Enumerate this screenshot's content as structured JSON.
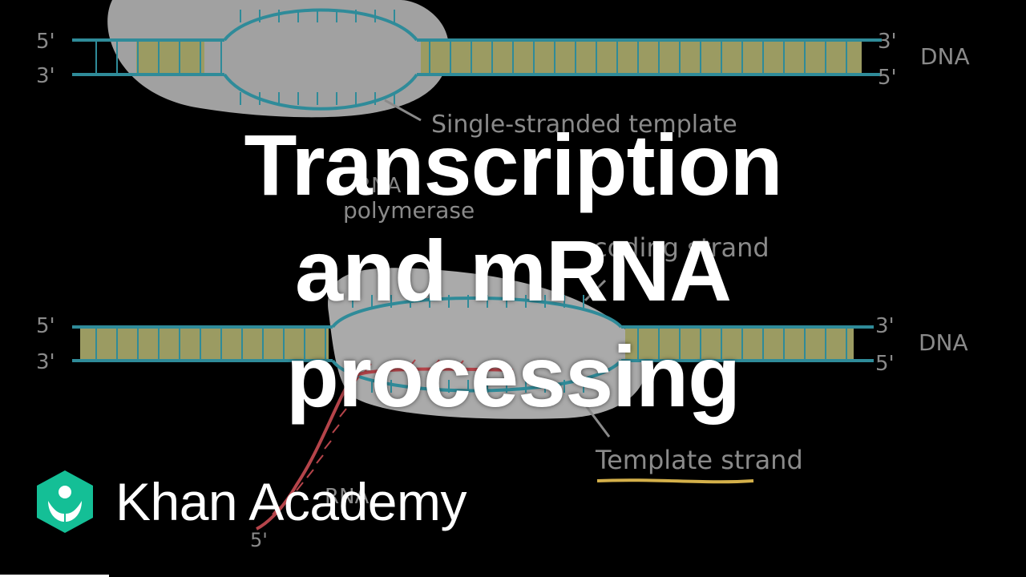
{
  "video": {
    "title_lines": [
      "Transcription",
      "and mRNA",
      "processing"
    ],
    "brand_name": "Khan Academy",
    "brand_color": "#14bf96"
  },
  "diagram": {
    "top": {
      "left_top": "5'",
      "left_bottom": "3'",
      "right_top": "3'",
      "right_bottom": "5'",
      "label": "DNA",
      "annotation": "Single-stranded template"
    },
    "bottom": {
      "left_top": "5'",
      "left_bottom": "3'",
      "right_top": "3'",
      "right_bottom": "5'",
      "label": "DNA",
      "polymerase": [
        "RNA",
        "polymerase"
      ],
      "coding": "coding strand",
      "template": "Template strand",
      "rna": "RNA",
      "rna_end": "5'"
    }
  },
  "colors": {
    "dna_strand": "#2f8b99",
    "base_fill": "#9b9b62",
    "polymerase": "#bdbdbd",
    "rna": "#b5444a",
    "underline": "#d4b04a"
  }
}
